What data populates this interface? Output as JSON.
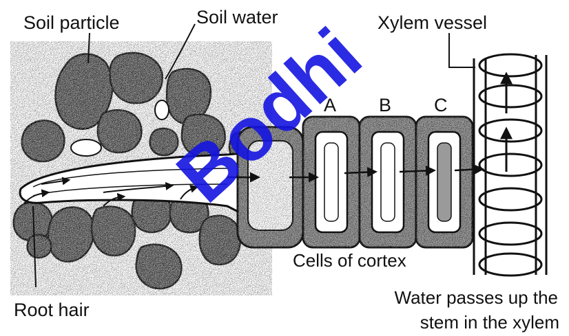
{
  "labels": {
    "soil_particle": "Soil particle",
    "soil_water": "Soil water",
    "xylem_vessel": "Xylem vessel",
    "cell_a": "A",
    "cell_b": "B",
    "cell_c": "C",
    "cells_of_cortex": "Cells of cortex",
    "root_hair": "Root hair",
    "water_passes_line1": "Water passes up the",
    "water_passes_line2": "stem in the xylem"
  },
  "watermark": "Bodhi",
  "colors": {
    "ink": "#111111",
    "particle_fill": "#6a6a6a",
    "cell_fill": "#8c8c8c",
    "watermark": "#1414e0"
  }
}
